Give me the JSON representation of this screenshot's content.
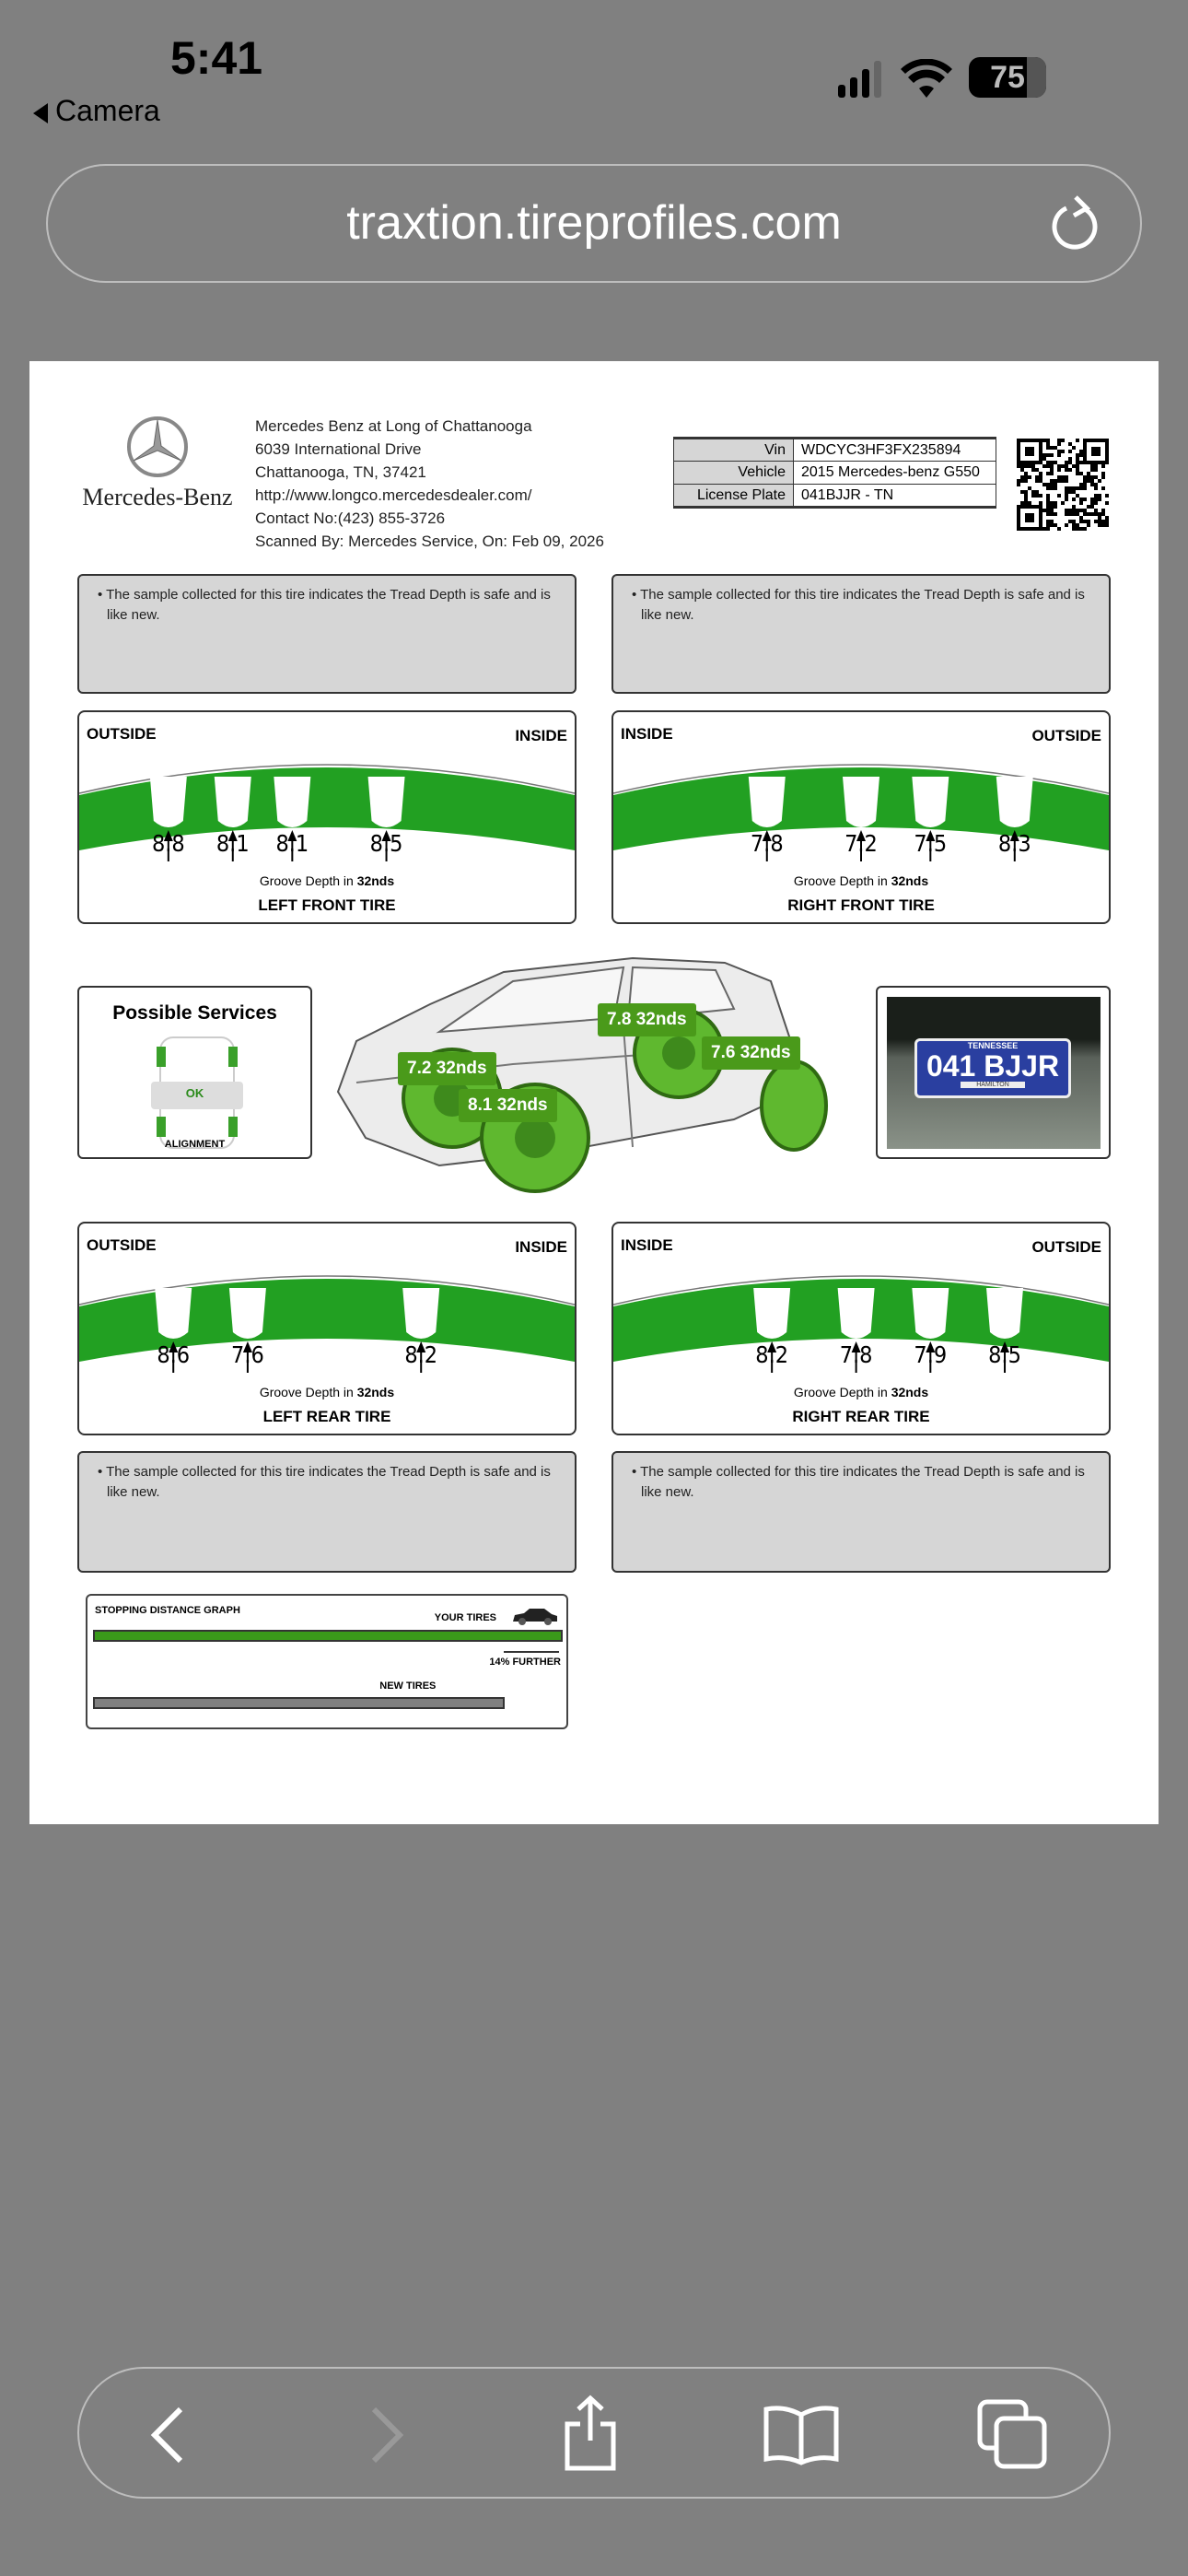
{
  "status_bar": {
    "time": "5:41",
    "back_label": "Camera",
    "battery": "75"
  },
  "browser": {
    "url": "traxtion.tireprofiles.com"
  },
  "dealer": {
    "logo_text": "Mercedes-Benz",
    "name": "Mercedes Benz at Long of Chattanooga",
    "address": "6039 International Drive",
    "city": "Chattanooga, TN, 37421",
    "website": "http://www.longco.mercedesdealer.com/",
    "contact": "Contact No:(423) 855-3726",
    "scanned": "Scanned By: Mercedes Service, On: Feb 09, 2026"
  },
  "vehicle_info": [
    {
      "key": "Vin",
      "value": "WDCYC3HF3FX235894"
    },
    {
      "key": "Vehicle",
      "value": "2015 Mercedes-benz G550"
    },
    {
      "key": "License Plate",
      "value": "041BJJR - TN"
    }
  ],
  "notes": {
    "left_front": "• The sample collected for this tire indicates the Tread Depth is safe and is like new.",
    "right_front": "• The sample collected for this tire indicates the Tread Depth is safe and is like new.",
    "left_rear": "• The sample collected for this tire indicates the Tread Depth is safe and is like new.",
    "right_rear": "• The sample collected for this tire indicates the Tread Depth is safe and is like new."
  },
  "tires": [
    {
      "title": "LEFT FRONT TIRE",
      "left_side": "OUTSIDE",
      "right_side": "INSIDE",
      "depths": [
        "8.8",
        "8.1",
        "8.1",
        "8.5"
      ]
    },
    {
      "title": "RIGHT FRONT TIRE",
      "left_side": "INSIDE",
      "right_side": "OUTSIDE",
      "depths": [
        "7.8",
        "7.2",
        "7.5",
        "8.3"
      ]
    },
    {
      "title": "LEFT REAR TIRE",
      "left_side": "OUTSIDE",
      "right_side": "INSIDE",
      "depths": [
        "8.6",
        "7.6",
        "8.2"
      ]
    },
    {
      "title": "RIGHT REAR TIRE",
      "left_side": "INSIDE",
      "right_side": "OUTSIDE",
      "depths": [
        "8.2",
        "7.8",
        "7.9",
        "8.5"
      ]
    }
  ],
  "groove_caption": "Groove Depth in ",
  "groove_unit": "32nds",
  "car_labels": {
    "front_left": "7.2 32nds",
    "front_right": "8.1 32nds",
    "rear_left": "7.8 32nds",
    "rear_right": "7.6 32nds"
  },
  "services": {
    "title": "Possible Services",
    "status": "OK",
    "label": "ALIGNMENT"
  },
  "plate": {
    "number": "041 BJJR",
    "state": "TENNESSEE",
    "county": "HAMILTON"
  },
  "stopping": {
    "title": "STOPPING DISTANCE GRAPH",
    "your_label": "YOUR TIRES",
    "new_label": "NEW TIRES",
    "diff_label": "14% FURTHER",
    "new_fraction": 0.877
  },
  "colors": {
    "green": "#22a022",
    "label_green": "#4a9a1a",
    "gray_box": "#d6d6d6"
  }
}
